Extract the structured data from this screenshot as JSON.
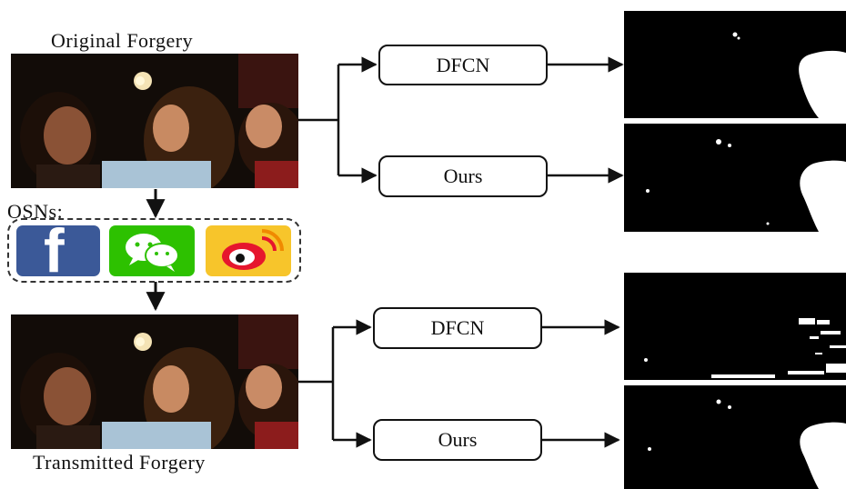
{
  "top_section": {
    "image_title": "Original Forgery",
    "method_a": "DFCN",
    "method_b": "Ours"
  },
  "osn": {
    "label": "OSNs:",
    "platforms": [
      "facebook-icon",
      "wechat-icon",
      "weibo-icon"
    ],
    "colors": {
      "facebook": "#3b5998",
      "wechat": "#2dc100",
      "weibo": "#f7c52b"
    }
  },
  "bottom_section": {
    "image_title": "Transmitted Forgery",
    "method_a": "DFCN",
    "method_b": "Ours"
  },
  "icon_glyphs": {
    "facebook": "f"
  }
}
